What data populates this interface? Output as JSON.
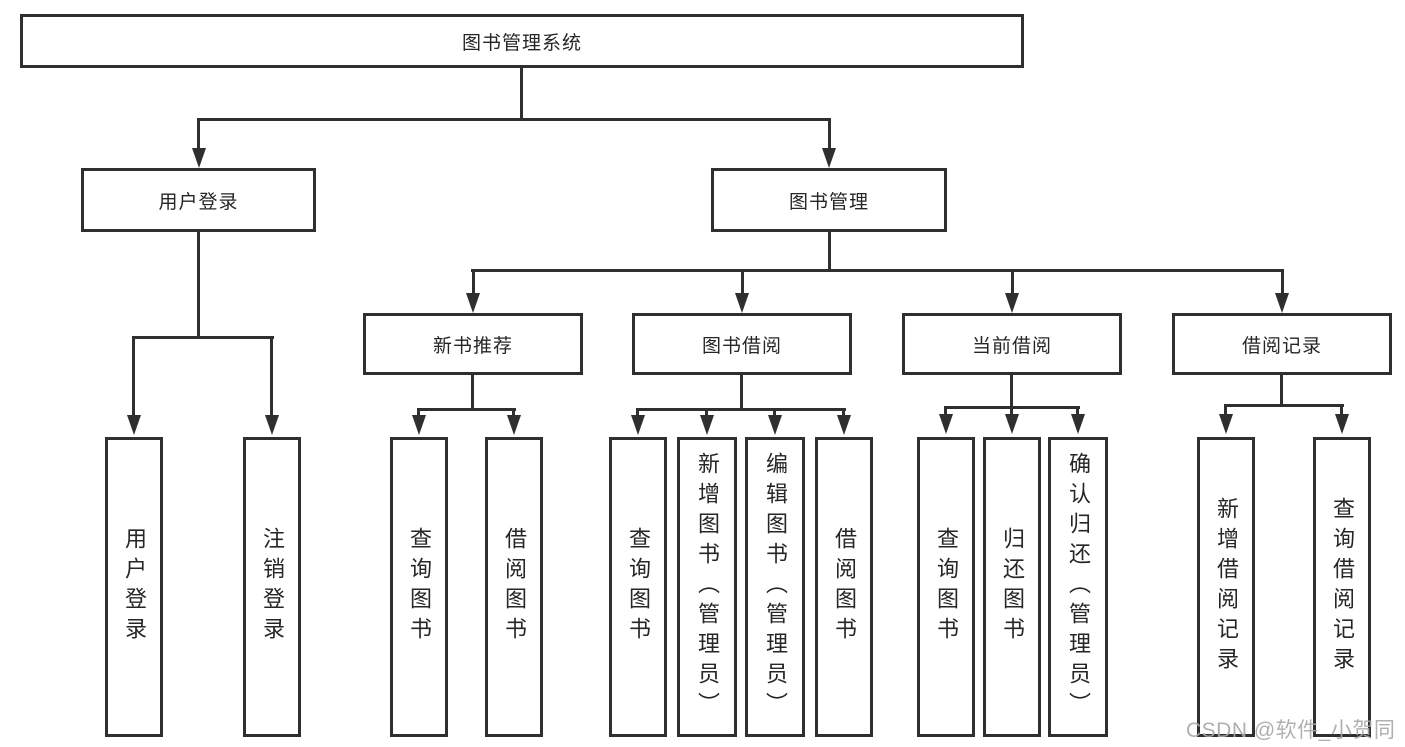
{
  "tree": {
    "root": {
      "label": "图书管理系统",
      "children": [
        {
          "label": "用户登录",
          "children": [
            {
              "label": "用户登录"
            },
            {
              "label": "注销登录"
            }
          ]
        },
        {
          "label": "图书管理",
          "children": [
            {
              "label": "新书推荐",
              "children": [
                {
                  "label": "查询图书"
                },
                {
                  "label": "借阅图书"
                }
              ]
            },
            {
              "label": "图书借阅",
              "children": [
                {
                  "label": "查询图书"
                },
                {
                  "label": "新增图书（管理员）"
                },
                {
                  "label": "编辑图书（管理员）"
                },
                {
                  "label": "借阅图书"
                }
              ]
            },
            {
              "label": "当前借阅",
              "children": [
                {
                  "label": "查询图书"
                },
                {
                  "label": "归还图书"
                },
                {
                  "label": "确认归还（管理员）"
                }
              ]
            },
            {
              "label": "借阅记录",
              "children": [
                {
                  "label": "新增借阅记录"
                },
                {
                  "label": "查询借阅记录"
                }
              ]
            }
          ]
        }
      ]
    }
  },
  "watermark": {
    "text": "CSDN @软件_小贺同学"
  },
  "colors": {
    "line": "#2f2f2f",
    "box_border": "#2f2f2f",
    "box_fill": "#ffffff",
    "text": "#262626",
    "watermark": "#a8a8a8",
    "background": "#ffffff"
  }
}
